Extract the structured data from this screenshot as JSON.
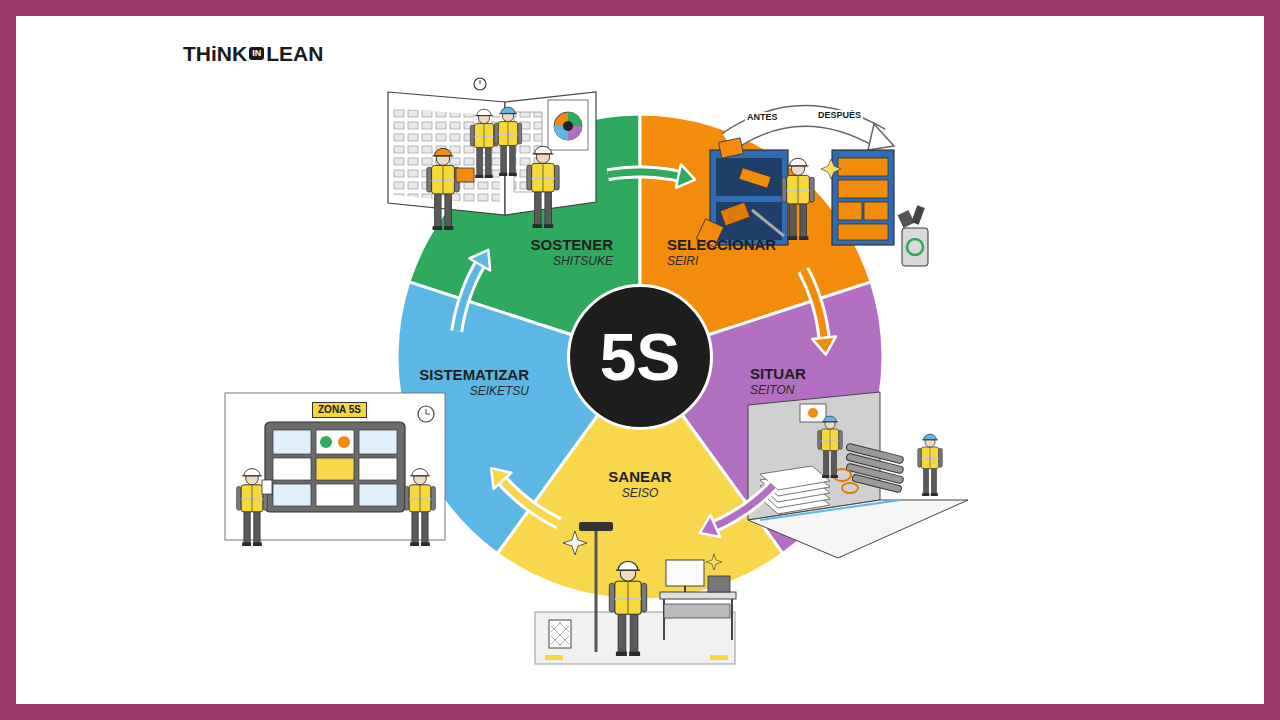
{
  "diagram": {
    "nodes": [
      {
        "text": [
          "SOSTENER",
          "SHITSUKE"
        ]
      },
      {
        "text": [
          "SELECCIONAR",
          "SEIRI"
        ]
      },
      {
        "text": [
          "SITUAR",
          "SEITON"
        ]
      },
      {
        "text": [
          "SANEAR",
          "SEISO"
        ]
      },
      {
        "text": [
          "SISTEMATIZAR",
          "SEIKETSU"
        ]
      },
      {
        "text": [
          "5S"
        ]
      }
    ],
    "edges": [
      {
        "from": 0,
        "to": 1,
        "arrow": "to"
      },
      {
        "from": 1,
        "to": 2,
        "arrow": "to"
      },
      {
        "from": 2,
        "to": 3,
        "arrow": "to"
      },
      {
        "from": 3,
        "to": 4,
        "arrow": "to"
      },
      {
        "from": 4,
        "to": 0,
        "arrow": "to"
      }
    ],
    "labels": [
      "THiNK",
      "IN",
      "LEAN",
      "ANTES",
      "DESPUÉS",
      "ZONA 5S"
    ]
  }
}
